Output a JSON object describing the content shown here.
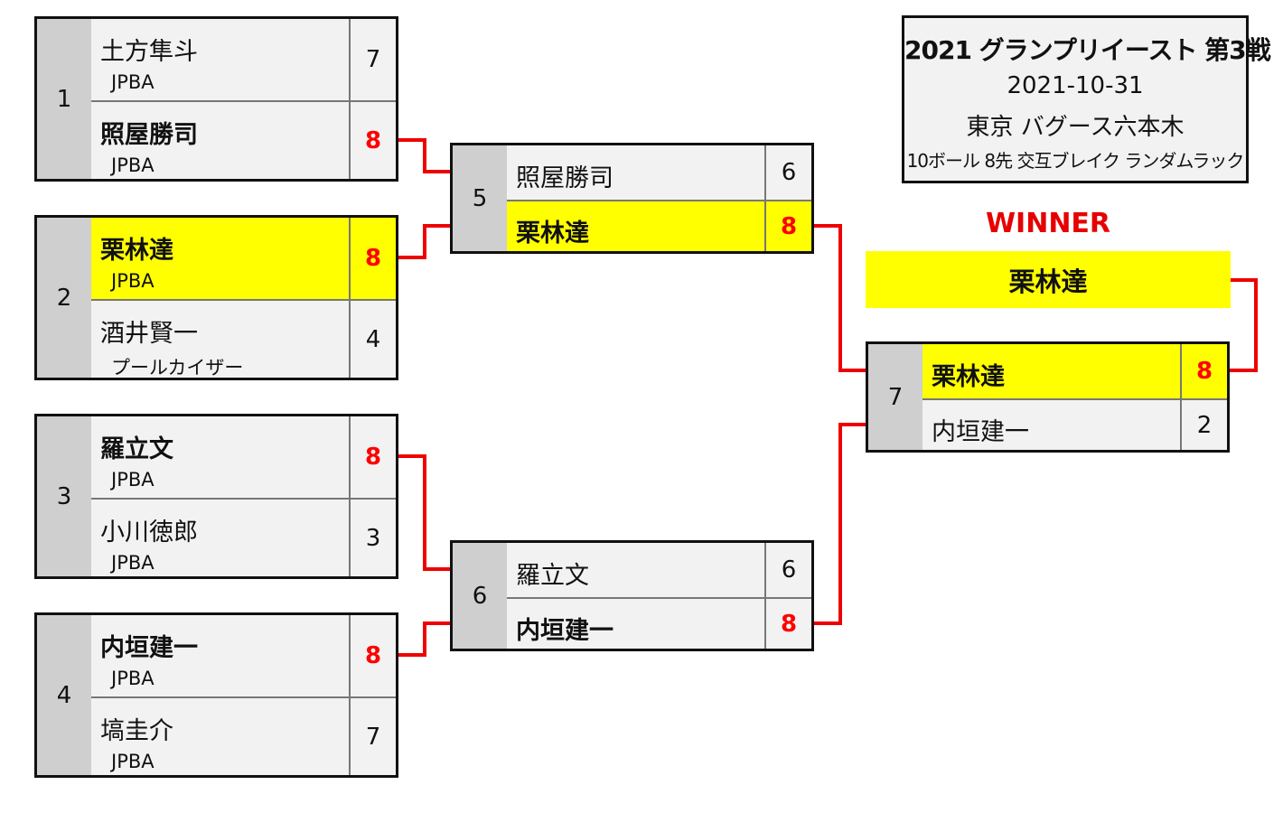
{
  "info": {
    "title": "2021 グランプリイースト 第3戦",
    "date": "2021-10-31",
    "venue": "東京 バグース六本木",
    "rules": "10ボール 8先 交互ブレイク ランダムラック"
  },
  "winner": {
    "label": "WINNER",
    "name": "栗林達"
  },
  "matches": [
    {
      "id": "1",
      "players": [
        {
          "name": "土方隼斗",
          "org": "JPBA",
          "score": "7",
          "win": false
        },
        {
          "name": "照屋勝司",
          "org": "JPBA",
          "score": "8",
          "win": true
        }
      ]
    },
    {
      "id": "2",
      "players": [
        {
          "name": "栗林達",
          "org": "JPBA",
          "score": "8",
          "win": true
        },
        {
          "name": "酒井賢一",
          "org": "プールカイザー",
          "score": "4",
          "win": false
        }
      ]
    },
    {
      "id": "3",
      "players": [
        {
          "name": "羅立文",
          "org": "JPBA",
          "score": "8",
          "win": true
        },
        {
          "name": "小川徳郎",
          "org": "JPBA",
          "score": "3",
          "win": false
        }
      ]
    },
    {
      "id": "4",
      "players": [
        {
          "name": "内垣建一",
          "org": "JPBA",
          "score": "8",
          "win": true
        },
        {
          "name": "塙圭介",
          "org": "JPBA",
          "score": "7",
          "win": false
        }
      ]
    },
    {
      "id": "5",
      "players": [
        {
          "name": "照屋勝司",
          "score": "6",
          "win": false
        },
        {
          "name": "栗林達",
          "score": "8",
          "win": true
        }
      ]
    },
    {
      "id": "6",
      "players": [
        {
          "name": "羅立文",
          "score": "6",
          "win": false
        },
        {
          "name": "内垣建一",
          "score": "8",
          "win": true
        }
      ]
    },
    {
      "id": "7",
      "players": [
        {
          "name": "栗林達",
          "score": "8",
          "win": true
        },
        {
          "name": "内垣建一",
          "score": "2",
          "win": false
        }
      ]
    }
  ],
  "colors": {
    "line": "#ee0000",
    "highlight": "#ffff00",
    "win_score": "#ff0000",
    "seed_bg": "#cfcfcf"
  }
}
